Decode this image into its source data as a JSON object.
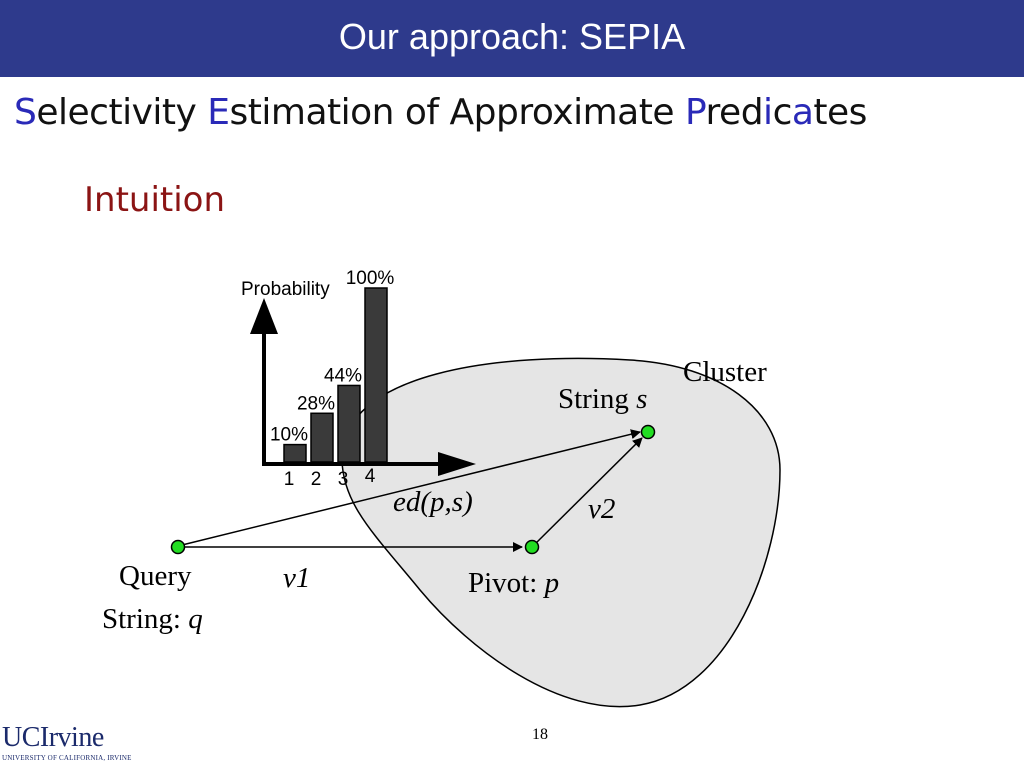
{
  "slide": {
    "title": "Our approach: SEPIA",
    "subtitle": {
      "s1": "S",
      "t1": "electivity ",
      "s2": "E",
      "t2": "stimation of Approximate ",
      "s3": "P",
      "t3": "red",
      "s4": "i",
      "t4": "c",
      "s5": "a",
      "t5": "tes"
    },
    "section": "Intuition",
    "page_number": "18"
  },
  "diagram": {
    "cluster_label": "Cluster",
    "string_s_prefix": "String ",
    "string_s_var": "s",
    "edit_distance_label": "ed(p,s)",
    "v1_label": "v1",
    "v2_label": "v2",
    "query_line1": "Query",
    "query_line2_prefix": "String: ",
    "query_var": "q",
    "pivot_prefix": "Pivot: ",
    "pivot_var": "p",
    "colors": {
      "cluster_fill": "#e5e5e5",
      "point": "#22dd22",
      "bar": "#3a3a3a"
    }
  },
  "chart_data": {
    "type": "bar",
    "ylabel": "Probability",
    "categories": [
      "1",
      "2",
      "3",
      "4"
    ],
    "values": [
      10,
      28,
      44,
      100
    ],
    "value_labels": [
      "10%",
      "28%",
      "44%",
      "100%"
    ],
    "ylim": [
      0,
      100
    ]
  },
  "logo": {
    "main": "UCIrvine",
    "sub": "UNIVERSITY OF CALIFORNIA, IRVINE"
  }
}
